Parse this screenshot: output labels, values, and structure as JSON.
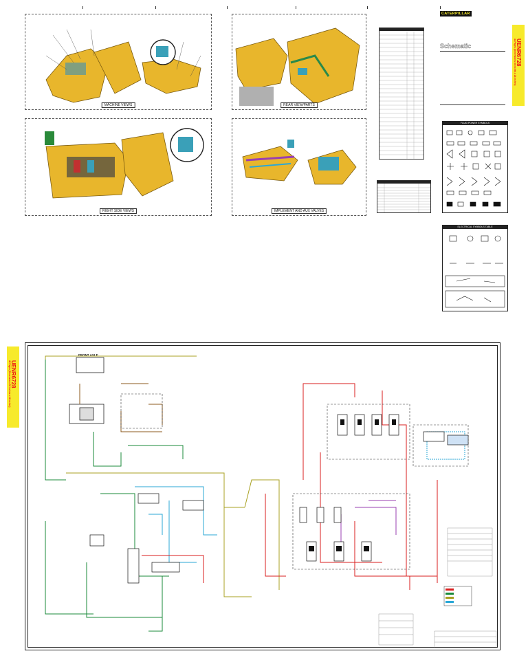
{
  "brand": "CATERPILLAR",
  "title": "Schematic",
  "doc_number": "UENR6728",
  "pages_note": "42 Pages (Dimensions 36 inches x 24 inches)",
  "views": [
    "MACHINE VIEWS",
    "REAR VIEW/PARTS",
    "RIGHT SIDE VIEWS",
    "IMPLEMENT AND AUX VALVES"
  ],
  "schematic_labels": {
    "front_axle": "FRONT AXLE"
  },
  "legends": {
    "fluid_power": "FLUID POWER SYMBOLS",
    "electrical": "ELECTRICAL SYMBOLS TABLE"
  },
  "colors": {
    "banner": "#f7ea2b",
    "pressure_red": "#d81e1e",
    "pilot_blue": "#2aa7d6",
    "supply_green": "#1a8a3a",
    "return_brown": "#8b5a1e",
    "olive": "#a8a020",
    "purple": "#9a3fb0",
    "machine_yellow": "#e8b62c"
  }
}
